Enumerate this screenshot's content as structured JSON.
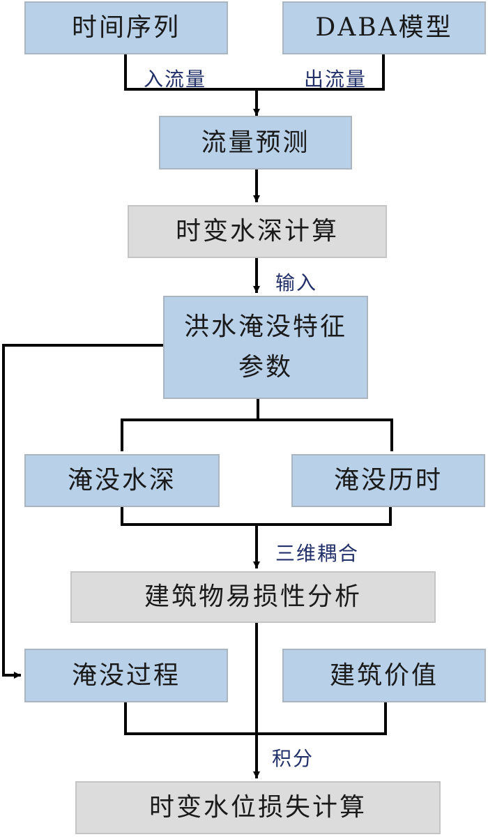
{
  "diagram": {
    "nodes": {
      "time_series": "时间序列",
      "daba_model": "DABA模型",
      "flow_forecast": "流量预测",
      "depth_calc": "时变水深计算",
      "flood_params": "洪水淹没特征参数",
      "inundation_depth": "淹没水深",
      "inundation_duration": "淹没历时",
      "vulnerability": "建筑物易损性分析",
      "inundation_process": "淹没过程",
      "building_value": "建筑价值",
      "loss_calc": "时变水位损失计算"
    },
    "edge_labels": {
      "inflow": "入流量",
      "outflow": "出流量",
      "input": "输入",
      "coupling": "三维耦合",
      "integral": "积分"
    },
    "colors": {
      "input_box": "#b8d0e8",
      "process_box": "#dcdcdc",
      "line": "#000000",
      "edge_label": "#22306a"
    }
  }
}
